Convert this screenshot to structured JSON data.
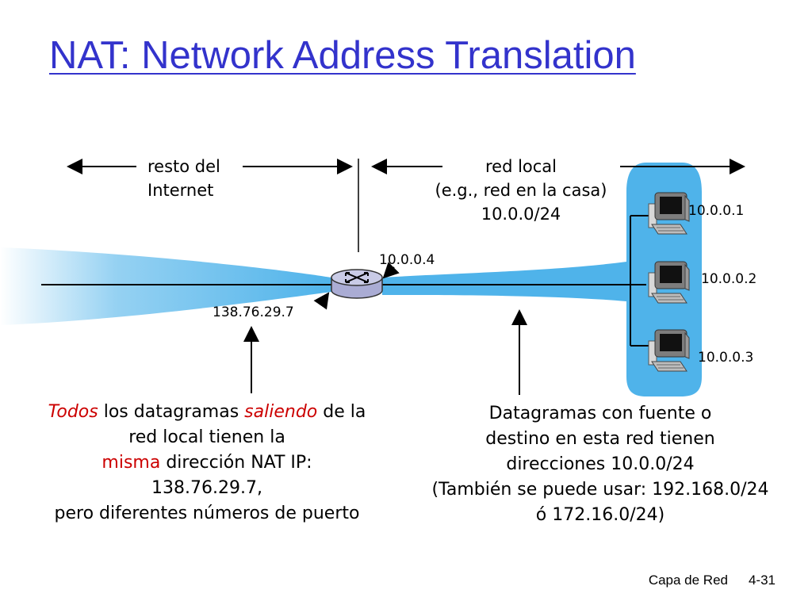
{
  "title": "NAT: Network Address Translation",
  "labels": {
    "internet_line1": "resto del",
    "internet_line2": "Internet",
    "local_line1": "red local",
    "local_line2": "(e.g., red en la casa)",
    "local_line3": "10.0.0/24",
    "router_inside_ip": "10.0.0.4",
    "router_outside_ip": "138.76.29.7",
    "host1_ip": "10.0.0.1",
    "host2_ip": "10.0.0.2",
    "host3_ip": "10.0.0.3"
  },
  "left_caption": {
    "l1_a": "Todos",
    "l1_b": " los datagramas ",
    "l1_c": "saliendo",
    "l1_d": " de la",
    "l2": "red local tienen la",
    "l3_a": "misma",
    "l3_b": " dirección NAT IP:",
    "l4": "138.76.29.7,",
    "l5": "pero diferentes números de puerto"
  },
  "right_caption": {
    "l1": "Datagramas con fuente o",
    "l2": "destino en esta red tienen",
    "l3": "direcciones 10.0.0/24",
    "l4": "(También se puede usar: 192.168.0/24",
    "l5": "ó  172.16.0/24)"
  },
  "footer": {
    "section": "Capa de Red",
    "page": "4-31"
  },
  "colors": {
    "title": "#3333cc",
    "highlight": "#cc0000",
    "network_blue": "#4fb3ea",
    "router_fill": "#c9cbe6"
  },
  "icons": {
    "router": "router-icon",
    "computer": "desktop-computer-icon"
  }
}
